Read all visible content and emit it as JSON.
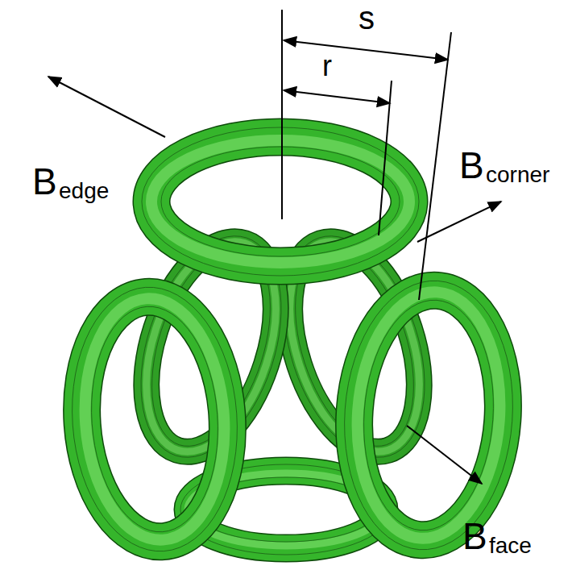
{
  "diagram": {
    "labels": [
      "s",
      "r",
      "B",
      "edge",
      "B",
      "corner",
      "B",
      "face"
    ]
  }
}
